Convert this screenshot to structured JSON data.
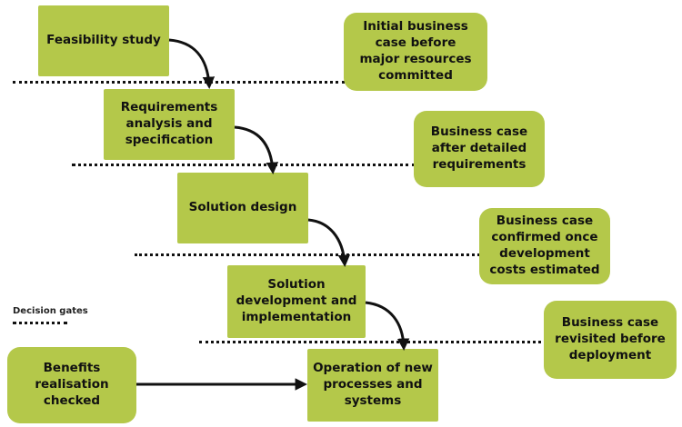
{
  "steps": [
    {
      "label": "Feasibility study"
    },
    {
      "label": "Requirements\nanalysis and\nspecification"
    },
    {
      "label": "Solution design"
    },
    {
      "label": "Solution\ndevelopment and\nimplementation"
    },
    {
      "label": "Operation of new\nprocesses and\nsystems"
    }
  ],
  "business_cases": [
    {
      "label": "Initial business\ncase before\nmajor resources\ncommitted"
    },
    {
      "label": "Business case\nafter detailed\nrequirements"
    },
    {
      "label": "Business case\nconfirmed once\ndevelopment\ncosts estimated"
    },
    {
      "label": "Business case\nrevisited before\ndeployment"
    }
  ],
  "benefits": {
    "label": "Benefits\nrealisation\nchecked"
  },
  "legend": {
    "label": "Decision gates"
  },
  "colors": {
    "box_fill": "#b4c84a",
    "text": "#111111",
    "gate_line": "#111111"
  }
}
